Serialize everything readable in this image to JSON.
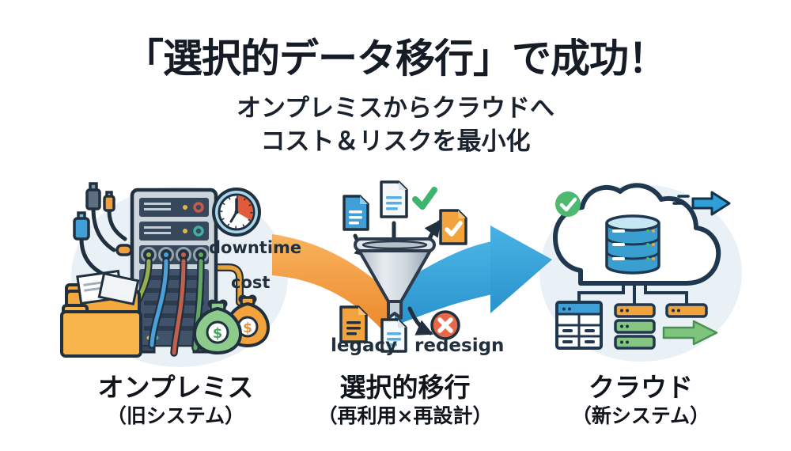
{
  "header": {
    "title": "「選択的データ移行」で成功！",
    "subtitle_line1": "オンプレミスからクラウドへ",
    "subtitle_line2": "コスト＆リスクを最小化"
  },
  "annotations": {
    "downtime": "downtime",
    "cost": "cost",
    "legacy": "legacy",
    "redesign": "redesign"
  },
  "sections": [
    {
      "id": "onprem",
      "label": "オンプレミス",
      "sublabel": "（旧システム）"
    },
    {
      "id": "migration",
      "label": "選択的移行",
      "sublabel": "（再利用×再設計）"
    },
    {
      "id": "cloud",
      "label": "クラウド",
      "sublabel": "（新システム）"
    }
  ],
  "currency_symbol": "$",
  "icons": [
    "server-rack-icon",
    "clock-downtime-icon",
    "folder-icon",
    "money-bag-icon",
    "usb-cable-icon",
    "funnel-icon",
    "document-icon",
    "check-icon",
    "x-icon",
    "cloud-icon",
    "database-icon",
    "table-node-icon",
    "server-bar-icon",
    "flow-arrow-orange",
    "flow-arrow-blue",
    "green-arrow-icon",
    "blue-arrow-icon"
  ],
  "colors": {
    "text": "#151c26",
    "outline": "#20303f",
    "arrow_orange": "#f29a3e",
    "arrow_blue": "#35a3dc",
    "accent_green": "#4cb96e",
    "accent_red": "#e8684a",
    "doc_blue": "#3f9fd6",
    "doc_orange": "#f2a33c",
    "bag_green": "#8ccb8c",
    "bar_green": "#85c580",
    "bg_circle": "#e9f1f7"
  }
}
